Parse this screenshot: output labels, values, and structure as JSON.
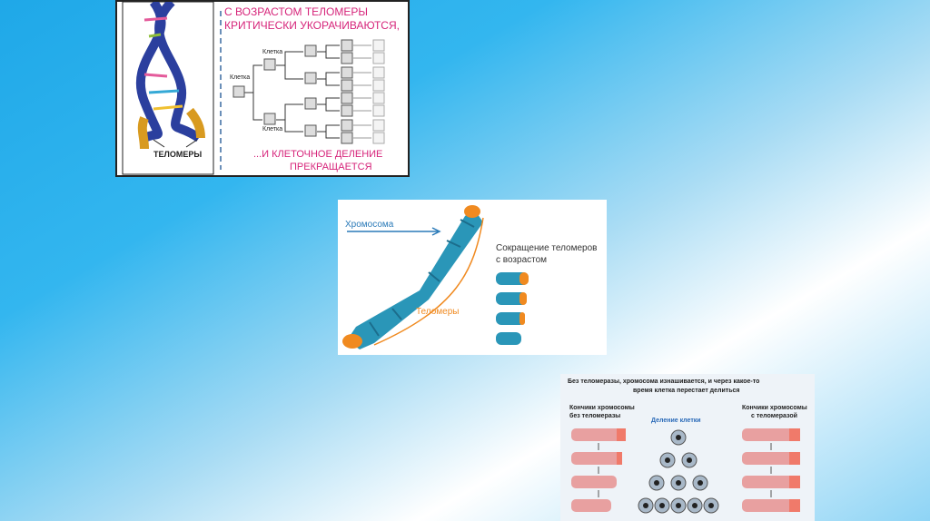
{
  "panel1": {
    "title_line1": "С ВОЗРАСТОМ ТЕЛОМЕРЫ",
    "title_line2": "КРИТИЧЕСКИ УКОРАЧИВАЮТСЯ,",
    "telomeres_label": "ТЕЛОМЕРЫ",
    "cell_label": "Клетка",
    "bottom_line1": "...И КЛЕТОЧНОЕ ДЕЛЕНИЕ",
    "bottom_line2": "ПРЕКРАЩАЕТСЯ",
    "colors": {
      "title": "#d6247a",
      "helix": "#2b3f9e",
      "telomere": "#d89a20"
    }
  },
  "panel2": {
    "chromosome_label": "Хромосома",
    "telomeres_label": "Теломеры",
    "shortening_line1": "Сокращение теломеров",
    "shortening_line2": "с возрастом",
    "colors": {
      "chromosome": "#2a96b8",
      "telomere": "#f08a20",
      "label_blue": "#2a7ab8"
    }
  },
  "panel3": {
    "heading_line1": "Без теломеразы, хромосома изнашивается, и через какое-то",
    "heading_line2": "время клетка перестает делиться",
    "left_label_line1": "Кончики хромосомы",
    "left_label_line2": "без теломеразы",
    "center_label": "Деление клетки",
    "right_label_line1": "Кончики хромосомы",
    "right_label_line2": "с теломеразой",
    "colors": {
      "center": "#2a6ab8",
      "tip": "#f07a6a"
    }
  }
}
